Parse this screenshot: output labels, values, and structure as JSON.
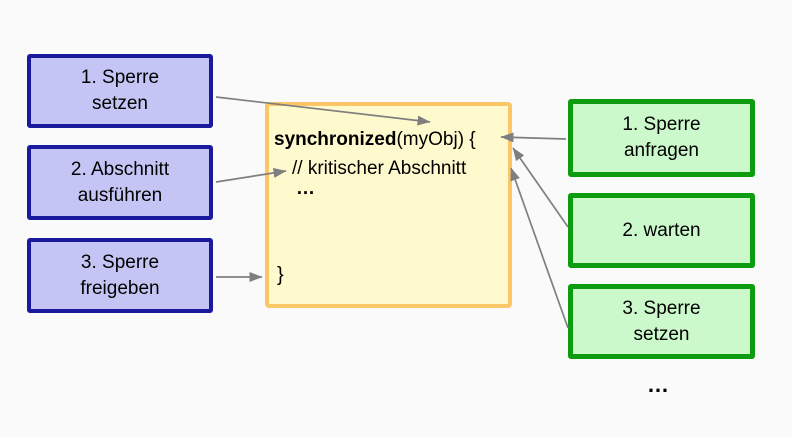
{
  "colors": {
    "background": "#fafafa",
    "text": "#000000",
    "arrow": "#7f7f7f",
    "blue_fill": "#c4c5f4",
    "blue_border": "#1a1a9c",
    "green_fill": "#ccf9cb",
    "green_border": "#0d9b10",
    "yellow_fill": "#fff9ce",
    "yellow_border": "#fbc667"
  },
  "left_steps": {
    "items": [
      {
        "lines": [
          "1. Sperre",
          "setzen"
        ]
      },
      {
        "lines": [
          "2. Abschnitt",
          "ausführen"
        ]
      },
      {
        "lines": [
          "3. Sperre",
          "freigeben"
        ]
      }
    ]
  },
  "right_steps": {
    "items": [
      {
        "lines": [
          "1. Sperre",
          "anfragen"
        ]
      },
      {
        "lines": [
          "2. warten"
        ]
      },
      {
        "lines": [
          "3. Sperre",
          "setzen"
        ]
      }
    ],
    "ellipsis": "…"
  },
  "code_block": {
    "keyword": "synchronized",
    "line1_rest": "(myObj) {",
    "comment": "// kritischer Abschnitt",
    "ellipsis": "…",
    "closing_brace": "}"
  },
  "connections": [
    {
      "from": "1. Sperre setzen",
      "to": "synchronized(myObj) {"
    },
    {
      "from": "2. Abschnitt ausführen",
      "to": "// kritischer Abschnitt"
    },
    {
      "from": "3. Sperre freigeben",
      "to": "}"
    },
    {
      "from": "1. Sperre anfragen",
      "to": "synchronized(myObj) {"
    },
    {
      "from": "2. warten",
      "to": "synchronized(myObj) {"
    },
    {
      "from": "3. Sperre setzen",
      "to": "synchronized(myObj) {"
    }
  ]
}
